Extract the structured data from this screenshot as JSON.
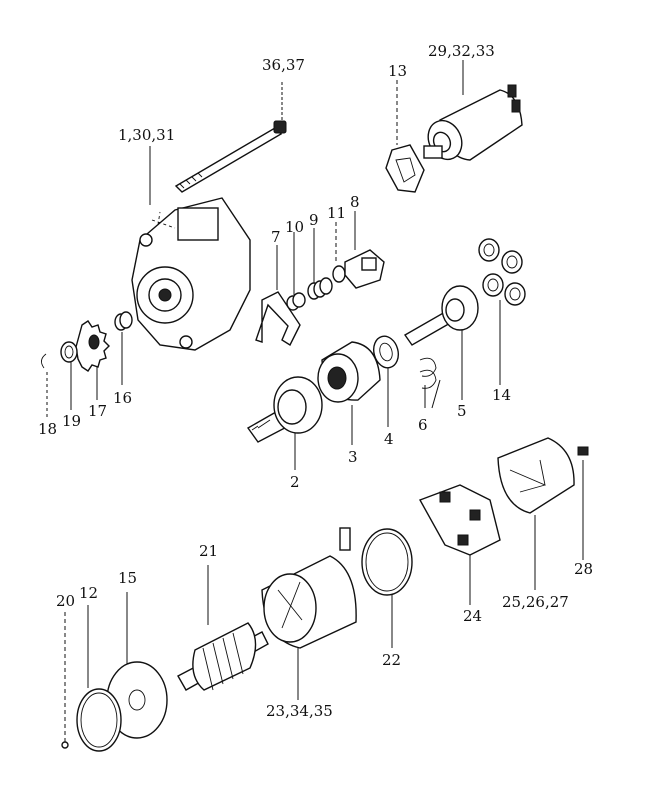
{
  "callouts": {
    "c_36_37": "36,37",
    "c_29_32_33": "29,32,33",
    "c_13": "13",
    "c_1_30_31": "1,30,31",
    "c_7": "7",
    "c_10": "10",
    "c_9": "9",
    "c_11": "11",
    "c_8": "8",
    "c_14": "14",
    "c_5": "5",
    "c_6": "6",
    "c_4": "4",
    "c_3": "3",
    "c_2": "2",
    "c_18": "18",
    "c_19": "19",
    "c_17": "17",
    "c_16": "16",
    "c_28": "28",
    "c_25_26_27": "25,26,27",
    "c_24": "24",
    "c_22": "22",
    "c_21": "21",
    "c_15": "15",
    "c_20": "20",
    "c_12": "12",
    "c_23_34_35": "23,34,35"
  }
}
